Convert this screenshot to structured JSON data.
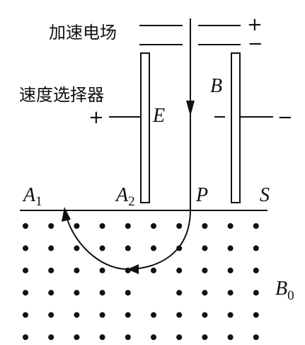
{
  "labels": {
    "accel_field": "加速电场",
    "velocity_selector": "速度选择器",
    "plus": "+",
    "minus": "−",
    "E": "E",
    "B": "B",
    "B0_main": "B",
    "B0_sub": "0",
    "A1_main": "A",
    "A1_sub": "1",
    "A2_main": "A",
    "A2_sub": "2",
    "P": "P",
    "S": "S"
  },
  "field_dots": {
    "rows": 6,
    "cols": 10
  },
  "colors": {
    "ink": "#111111",
    "background": "#ffffff"
  }
}
